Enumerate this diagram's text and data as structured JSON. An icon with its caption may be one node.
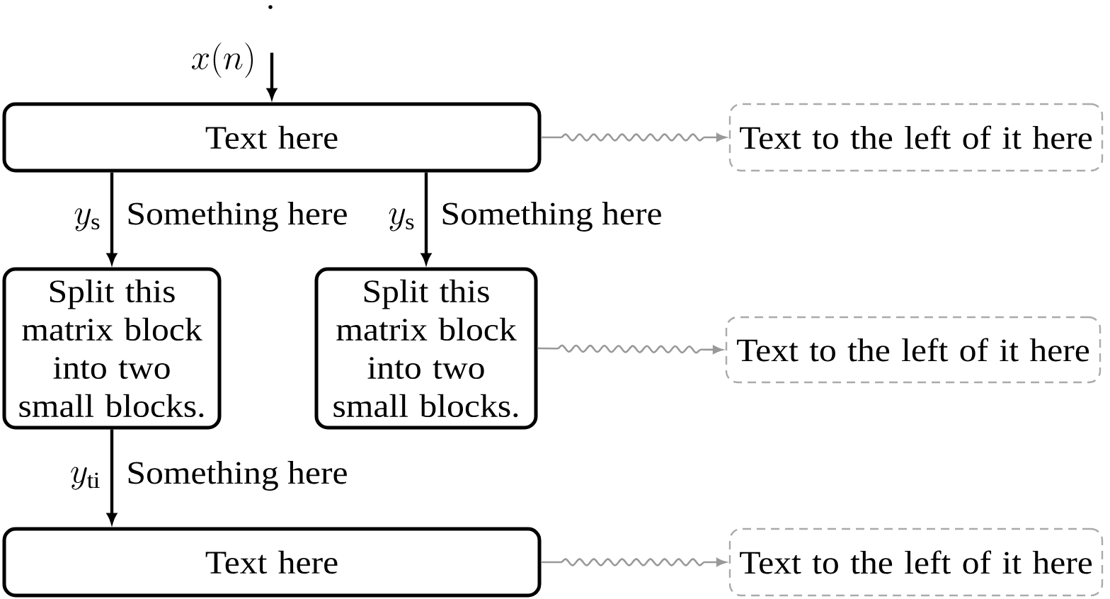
{
  "diagram": {
    "nodes": [
      {
        "text": [
          "Text here"
        ]
      },
      {
        "text": [
          "Text to the left of it here"
        ]
      },
      {
        "text": [
          "Split this matrix block into two small blocks."
        ]
      },
      {
        "text": [
          "Split this matrix block into two small blocks."
        ]
      },
      {
        "text": [
          "Text to the left of it here"
        ]
      },
      {
        "text": [
          "Text here"
        ]
      },
      {
        "text": [
          "Text to the left of it here"
        ]
      }
    ],
    "edges": [
      {
        "from": null,
        "to": 0,
        "arrow": "to",
        "label": "x(n)"
      },
      {
        "from": 0,
        "to": 2,
        "arrow": "to",
        "label": "y_\\mathrm{s}"
      },
      {
        "from": 0,
        "to": 3,
        "arrow": "to",
        "label": "y_\\mathrm{s}"
      },
      {
        "from": 2,
        "to": 5,
        "arrow": "to",
        "label": "y_\\mathrm{ti}"
      },
      {
        "from": 0,
        "to": 1,
        "arrow": "to",
        "color": "#999999"
      },
      {
        "from": 3,
        "to": 4,
        "arrow": "to",
        "color": "#999999"
      },
      {
        "from": 5,
        "to": 6,
        "arrow": "to",
        "color": "#999999"
      }
    ],
    "labels": [
      "Something here",
      "Something here",
      "Something here"
    ]
  }
}
